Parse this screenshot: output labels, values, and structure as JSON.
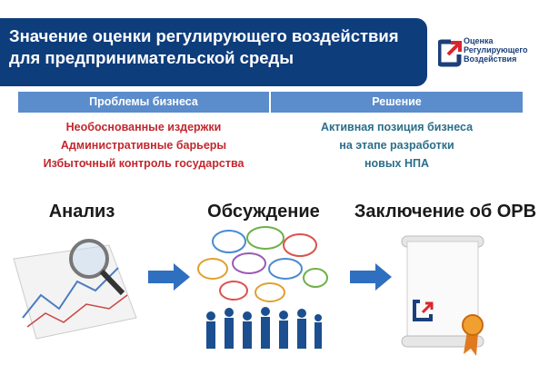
{
  "header": {
    "title": "Значение оценки регулирующего воздействия для предпринимательской среды"
  },
  "logo": {
    "lines": [
      "Оценка",
      "Регулирующего",
      "Воздействия"
    ]
  },
  "table": {
    "headers": [
      "Проблемы бизнеса",
      "Решение"
    ],
    "problems": [
      "Необоснованные издержки",
      "Административные барьеры",
      "Избыточный контроль государства"
    ],
    "solution": [
      "Активная позиция бизнеса",
      "на этапе разработки",
      "новых НПА"
    ]
  },
  "steps": [
    "Анализ",
    "Обсуждение",
    "Заключение об ОРВ"
  ],
  "colors": {
    "header": "#0e3d7c",
    "table_header": "#5b8ccb",
    "problem_text": "#c2272d",
    "solution_text": "#2b6e8a",
    "arrow": "#2f6fc0"
  }
}
